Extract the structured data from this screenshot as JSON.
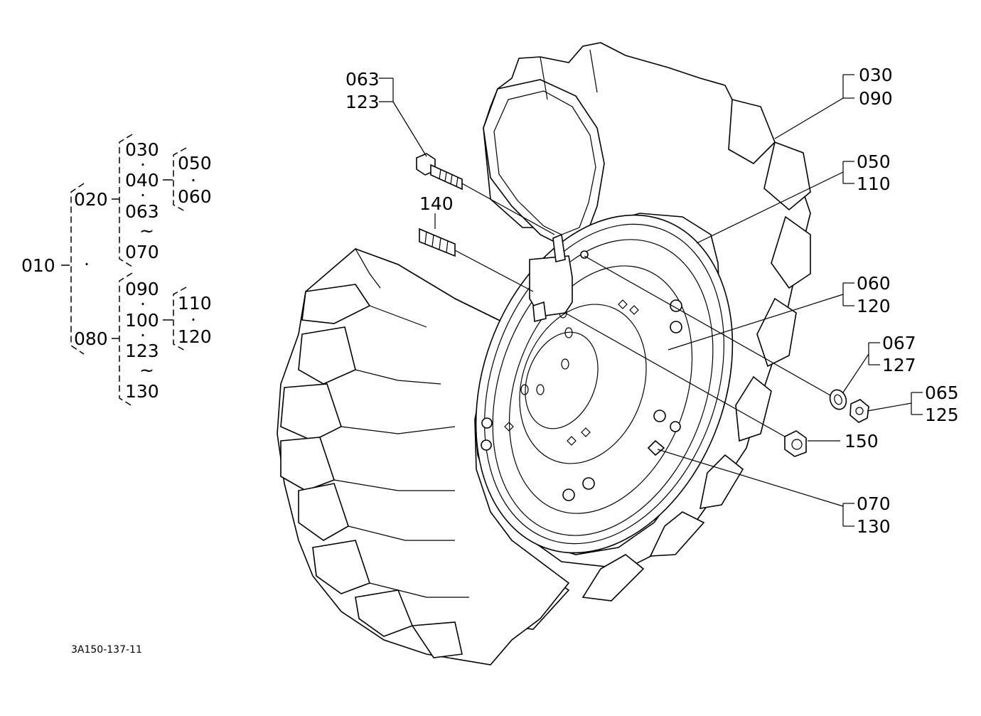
{
  "drawing_code": "3A150-137-11",
  "tree": {
    "root": "010",
    "dot": "·",
    "tilde": "~",
    "group_a": {
      "label": "020",
      "items": [
        "030",
        "040",
        "063",
        "070"
      ],
      "sub": [
        "050",
        "060"
      ]
    },
    "group_b": {
      "label": "080",
      "items": [
        "090",
        "100",
        "123",
        "130"
      ],
      "sub": [
        "110",
        "120"
      ]
    }
  },
  "callouts": {
    "c063": "063",
    "c123": "123",
    "c140": "140",
    "c030": "030",
    "c090": "090",
    "c050": "050",
    "c110": "110",
    "c060": "060",
    "c120": "120",
    "c067": "067",
    "c127": "127",
    "c065": "065",
    "c125": "125",
    "c150": "150",
    "c070": "070",
    "c130": "130"
  }
}
